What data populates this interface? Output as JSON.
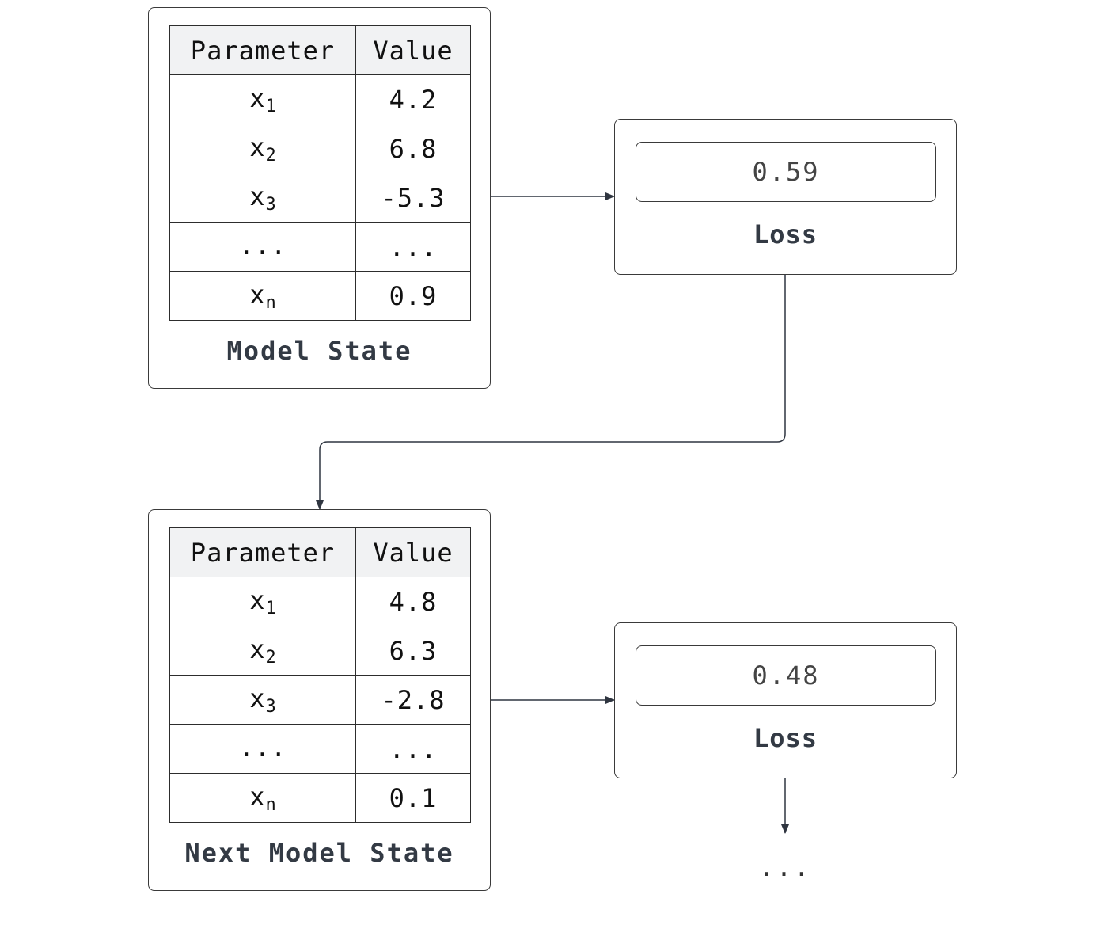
{
  "state_1": {
    "header": {
      "parameter": "Parameter",
      "value": "Value"
    },
    "rows": [
      {
        "param": "x",
        "sub": "1",
        "value": "4.2"
      },
      {
        "param": "x",
        "sub": "2",
        "value": "6.8"
      },
      {
        "param": "x",
        "sub": "3",
        "value": "-5.3"
      },
      {
        "param": "...",
        "sub": "",
        "value": "..."
      },
      {
        "param": "x",
        "sub": "n",
        "value": "0.9"
      }
    ],
    "caption": "Model State"
  },
  "state_2": {
    "header": {
      "parameter": "Parameter",
      "value": "Value"
    },
    "rows": [
      {
        "param": "x",
        "sub": "1",
        "value": "4.8"
      },
      {
        "param": "x",
        "sub": "2",
        "value": "6.3"
      },
      {
        "param": "x",
        "sub": "3",
        "value": "-2.8"
      },
      {
        "param": "...",
        "sub": "",
        "value": "..."
      },
      {
        "param": "x",
        "sub": "n",
        "value": "0.1"
      }
    ],
    "caption": "Next Model State"
  },
  "loss_1": {
    "value": "0.59",
    "label": "Loss"
  },
  "loss_2": {
    "value": "0.48",
    "label": "Loss"
  },
  "continuation": "..."
}
